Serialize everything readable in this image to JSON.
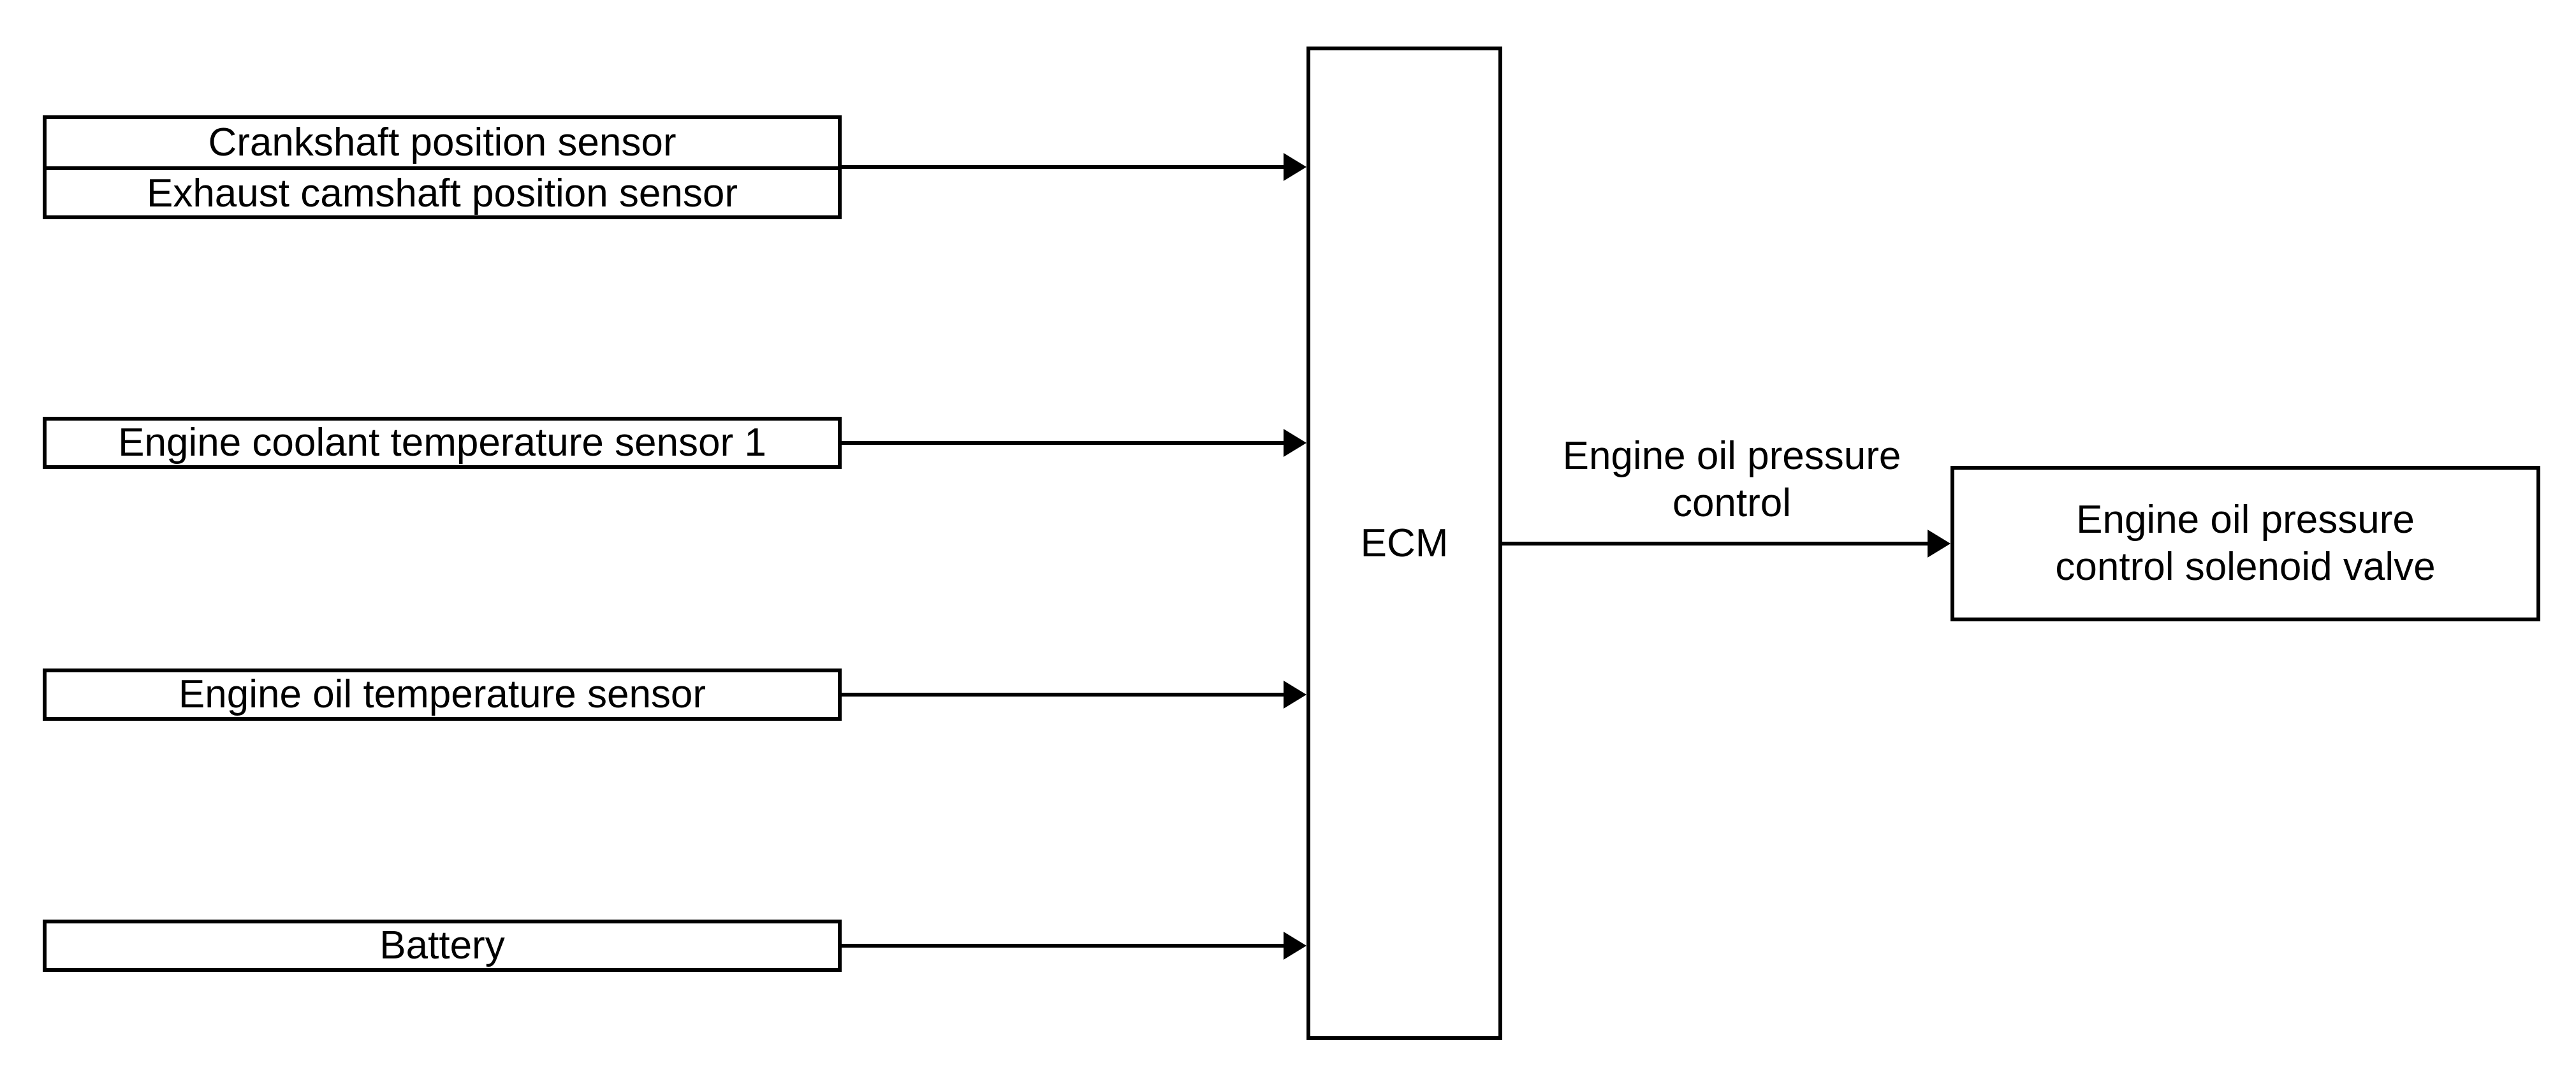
{
  "colors": {
    "background": "#ffffff",
    "line": "#000000",
    "text": "#000000"
  },
  "inputs": [
    {
      "label": "Crankshaft position sensor"
    },
    {
      "label": "Exhaust camshaft position sensor"
    },
    {
      "label": "Engine coolant temperature sensor 1"
    },
    {
      "label": "Engine oil temperature sensor"
    },
    {
      "label": "Battery"
    }
  ],
  "ecm": {
    "label": "ECM"
  },
  "output": {
    "arrow_label": "Engine oil pressure control",
    "box_label": "Engine oil pressure control solenoid valve"
  }
}
